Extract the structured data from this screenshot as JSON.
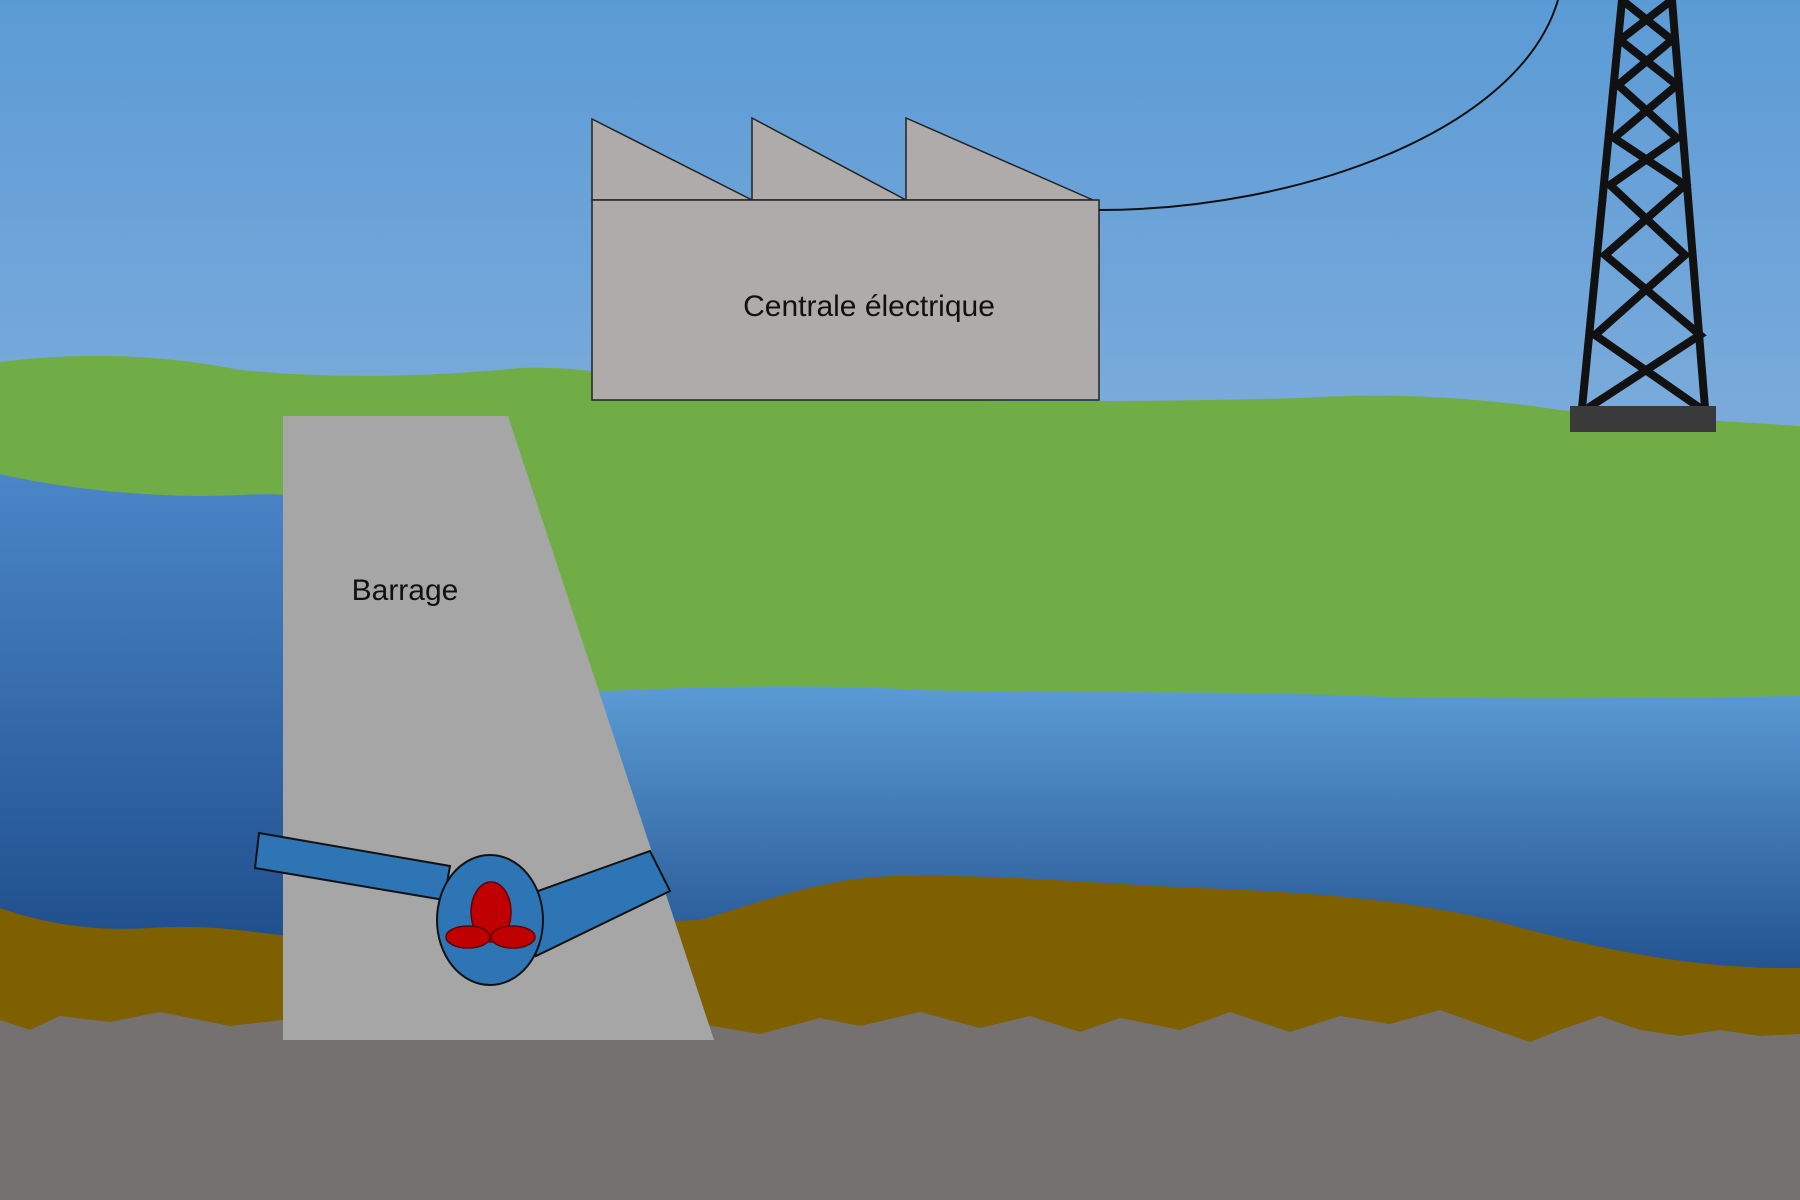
{
  "labels": {
    "power_station": "Centrale électrique",
    "dam": "Barrage"
  },
  "icons": {
    "power_station": "factory-icon",
    "dam": "dam-wall",
    "turbine": "turbine-icon",
    "pylon": "transmission-tower-icon"
  },
  "colors": {
    "sky_top": "#5b9bd5",
    "sky_bottom": "#b4c7e7",
    "grass": "#70ad47",
    "reservoir_top": "#4a86c8",
    "reservoir_bottom": "#1f4e8c",
    "river_top": "#5b9bd5",
    "river_bottom": "#1f4e8c",
    "sediment": "#7f6000",
    "bedrock": "#767171",
    "dam": "#a6a6a6",
    "factory": "#afabab",
    "pipe": "#2e75b6",
    "turbine_blades": "#c00000",
    "pylon": "#111111"
  }
}
